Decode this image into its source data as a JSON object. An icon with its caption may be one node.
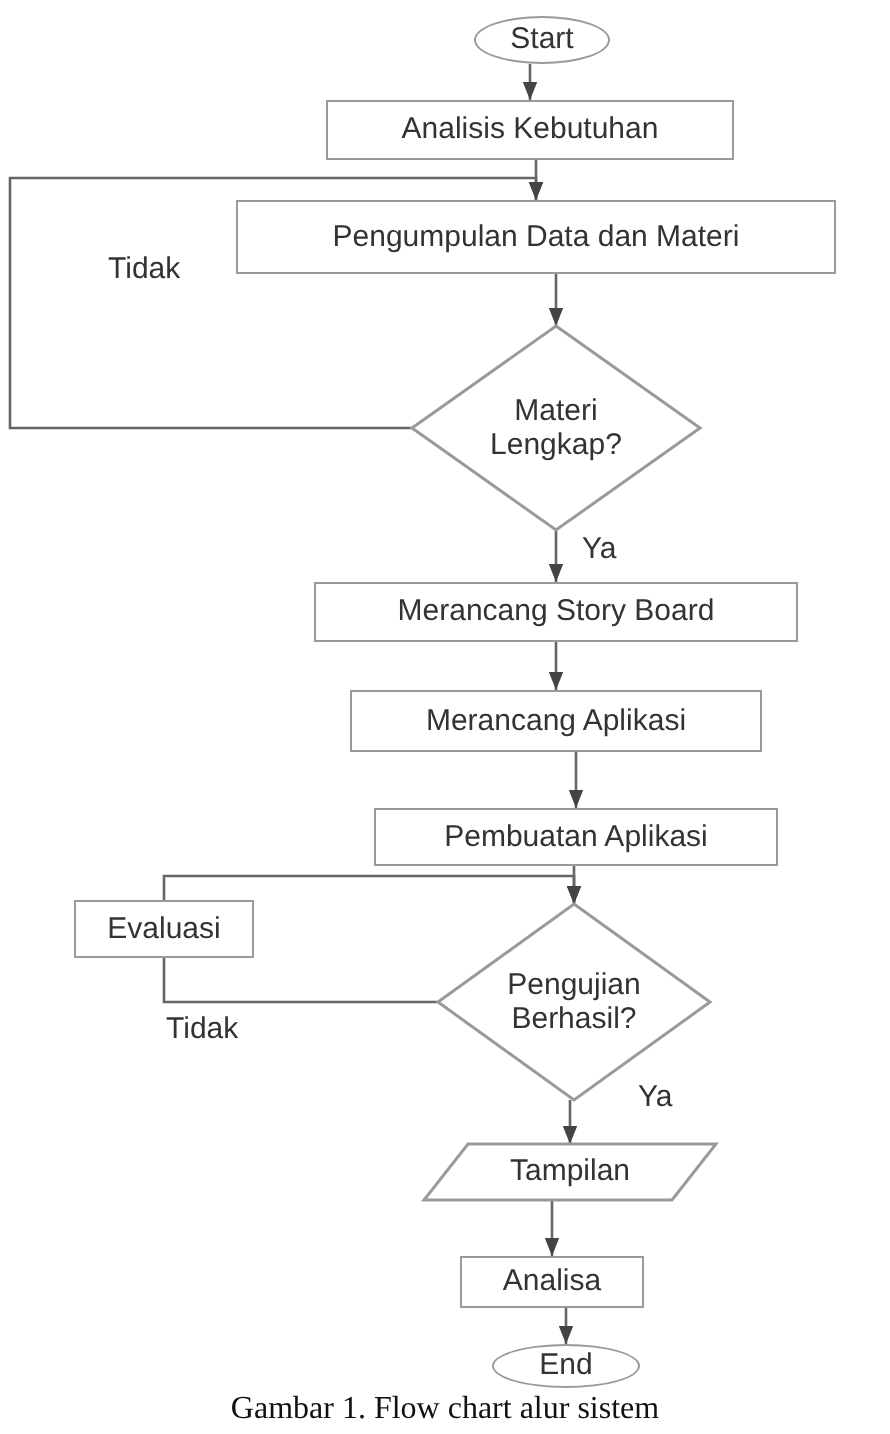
{
  "diagram": {
    "caption": "Gambar 1. Flow chart alur sistem",
    "nodes": [
      {
        "text": [
          "Start"
        ]
      },
      {
        "text": [
          "Analisis Kebutuhan"
        ]
      },
      {
        "text": [
          "Pengumpulan Data dan Materi"
        ]
      },
      {
        "text": [
          "Materi Lengkap?"
        ]
      },
      {
        "text": [
          "Merancang Story Board"
        ]
      },
      {
        "text": [
          "Merancang Aplikasi"
        ]
      },
      {
        "text": [
          "Pembuatan Aplikasi"
        ]
      },
      {
        "text": [
          "Evaluasi"
        ]
      },
      {
        "text": [
          "Pengujian Berhasil?"
        ]
      },
      {
        "text": [
          "Tampilan"
        ]
      },
      {
        "text": [
          "Analisa"
        ]
      },
      {
        "text": [
          "End"
        ]
      }
    ],
    "edges": [
      {
        "from": 0,
        "to": 1,
        "arrow": "to"
      },
      {
        "from": 1,
        "to": 2,
        "arrow": "to"
      },
      {
        "from": 2,
        "to": 3,
        "arrow": "to"
      },
      {
        "from": 3,
        "to": 2,
        "arrow": "to",
        "label": "Tidak"
      },
      {
        "from": 3,
        "to": 4,
        "arrow": "to",
        "label": "Ya"
      },
      {
        "from": 4,
        "to": 5,
        "arrow": "to"
      },
      {
        "from": 5,
        "to": 6,
        "arrow": "to"
      },
      {
        "from": 6,
        "to": 8,
        "arrow": "to"
      },
      {
        "from": 8,
        "to": 7,
        "arrow": "none",
        "label": "Tidak"
      },
      {
        "from": 7,
        "to": 8,
        "arrow": "to"
      },
      {
        "from": 8,
        "to": 9,
        "arrow": "to",
        "label": "Ya"
      },
      {
        "from": 9,
        "to": 10,
        "arrow": "to"
      },
      {
        "from": 10,
        "to": 11,
        "arrow": "to"
      }
    ]
  }
}
